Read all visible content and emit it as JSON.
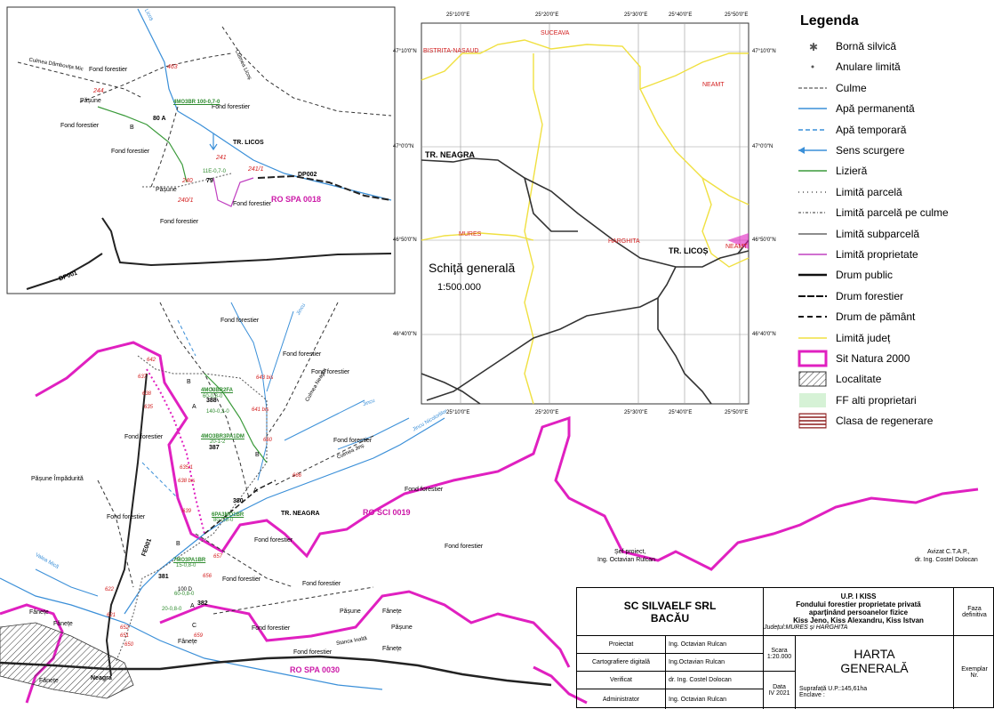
{
  "legend": {
    "title": "Legenda",
    "items": [
      {
        "label": "Bornă silvică",
        "symbol": "asterisk-icon"
      },
      {
        "label": "Anulare limită",
        "symbol": "dot-icon"
      },
      {
        "label": "Culme",
        "symbol": "dashed-line"
      },
      {
        "label": "Apă permanentă",
        "symbol": "blue-line"
      },
      {
        "label": "Apă temporară",
        "symbol": "blue-dashed-line"
      },
      {
        "label": "Sens scurgere",
        "symbol": "blue-arrow-icon"
      },
      {
        "label": "Lizieră",
        "symbol": "green-line"
      },
      {
        "label": "Limită parcelă",
        "symbol": "dotted-line"
      },
      {
        "label": "Limită parcelă pe culme",
        "symbol": "dash-dot-line"
      },
      {
        "label": "Limită subparcelă",
        "symbol": "gray-line"
      },
      {
        "label": "Limită proprietate",
        "symbol": "violet-line"
      },
      {
        "label": "Drum public",
        "symbol": "black-thick-line"
      },
      {
        "label": "Drum forestier",
        "symbol": "black-dashed-line"
      },
      {
        "label": "Drum de pământ",
        "symbol": "black-long-dash-line"
      },
      {
        "label": "Limită județ",
        "symbol": "yellow-line"
      },
      {
        "label": "Sit Natura 2000",
        "symbol": "magenta-box"
      },
      {
        "label": "Localitate",
        "symbol": "hatched-box"
      },
      {
        "label": "FF alti proprietari",
        "symbol": "green-box"
      },
      {
        "label": "Clasa de regenerare",
        "symbol": "red-striped-box"
      }
    ]
  },
  "overview": {
    "title": "Schiță generală",
    "scale": "1:500.000",
    "lon_labels": [
      "25°10'0\"E",
      "25°20'0\"E",
      "25°30'0\"E",
      "25°40'0\"E",
      "25°50'0\"E"
    ],
    "lat_labels": [
      "47°10'0\"N",
      "47°0'0\"N",
      "46°50'0\"N",
      "46°40'0\"N"
    ],
    "lat_labels_left": [
      "47°10'0\"N",
      "47°0'0\"N",
      "46°50'0\"N",
      "46°40'0\"N"
    ],
    "counties": [
      "BISTRITA-NASAUD",
      "SUCEAVA",
      "NEAMT",
      "MURES",
      "HARGHITA",
      "NEAMT"
    ],
    "places": [
      "TR. NEAGRA",
      "TR. LICOȘ"
    ]
  },
  "inset": {
    "labels": [
      "Fond forestier",
      "Fond forestier",
      "Fond forestier",
      "Fond forestier",
      "Fond forestier",
      "Fond forestier",
      "Pășune",
      "Pășune",
      "TR. LICOS",
      "DP002",
      "DP001",
      "RO SPA 0018",
      "Licoș",
      "Culmea Dâmbovița Mic",
      "Culmea Licoș"
    ],
    "units": [
      "80 A",
      "79",
      "B"
    ],
    "stands": [
      "4MO3BR 100-0,7-0",
      "11E-0,7-0"
    ],
    "markers": [
      "463",
      "244",
      "241",
      "240",
      "240/1",
      "241/1"
    ]
  },
  "main": {
    "labels": [
      "Fond forestier",
      "Fond forestier",
      "Fond forestier",
      "Fond forestier",
      "Fond forestier",
      "Fond forestier",
      "Fond forestier",
      "Fond forestier",
      "Fond forestier",
      "Fond forestier",
      "Fond forestier",
      "Fond forestier",
      "Fond forestier",
      "Pășune Împădurită",
      "Pășune",
      "Pășune",
      "Fânețe",
      "Fânețe",
      "Fânețe",
      "Fânețe",
      "Fânețe",
      "Fânețe",
      "TR. NEAGRA",
      "Neagra",
      "FE001",
      "Culmea Neagra",
      "Culmea Jinș",
      "Jincu",
      "Jincu",
      "Jincu Nicolorlilor",
      "Valea Mică",
      "Stanca Inaltă",
      "RO SCI 0019",
      "RO SPA 0030"
    ],
    "units": [
      "388",
      "387",
      "380",
      "381",
      "382",
      "B",
      "B",
      "A",
      "A",
      "C",
      "A",
      "B",
      "100 D"
    ],
    "stands": [
      "4MO3BR2FA",
      "4MO3BR3PA1DM",
      "6PA3MO1BR",
      "7MO3PA1BR",
      "60-0,8-0",
      "20-1-2",
      "140-0,3-0",
      "80-0,8-0",
      "15-0,8-0",
      "60-0,8-0",
      "20-0,8-0"
    ],
    "markers": [
      "642",
      "637",
      "638",
      "635",
      "643 bis",
      "641 bis",
      "660",
      "666",
      "635/1",
      "638 bis",
      "639",
      "657",
      "656",
      "622",
      "621",
      "652",
      "651",
      "650",
      "659"
    ]
  },
  "signatures": {
    "sef_proiect_title": "Șef proiect,",
    "sef_proiect_name": "Ing. Octavian Rulcan",
    "avizat_title": "Avizat C.T.A.P.,",
    "avizat_name": "dr. Ing. Costel Dolocan"
  },
  "title_block": {
    "company_line1": "SC SILVAELF SRL",
    "company_line2": "BACĂU",
    "up_title": "U.P. I KISS",
    "up_line2": "Fondului forestier proprietate privată",
    "up_line3": "aparținând persoanelor fizice",
    "up_line4": "Kiss Jeno, Kiss Alexandru, Kiss Istvan",
    "judet": "Județul:MURES și HARGHITA",
    "faza_label": "Faza",
    "faza_value": "definitiva",
    "rows": [
      {
        "role": "Proiectat",
        "name": "Ing. Octavian Rulcan"
      },
      {
        "role": "Cartografiere digitală",
        "name": "Ing.Octavian Rulcan"
      },
      {
        "role": "Verificat",
        "name": "dr. Ing. Costel Dolocan"
      },
      {
        "role": "Administrator",
        "name": "Ing. Octavian Rulcan"
      }
    ],
    "scara_label": "Scara",
    "scara_value": "1:20.000",
    "data_label": "Data",
    "data_value": "IV 2021",
    "map_title_line1": "HARTA",
    "map_title_line2": "GENERALĂ",
    "suprafata": "Suprafață U.P.:145,61ha",
    "enclave": "Enclave :",
    "exemplar_label": "Exemplar",
    "exemplar_nr": "Nr."
  },
  "colors": {
    "water": "#3a8fd8",
    "natura": "#e020c0",
    "county": "#f0e040",
    "green_edge": "#3a9a3a",
    "property": "#c040c0",
    "road": "#222222"
  }
}
